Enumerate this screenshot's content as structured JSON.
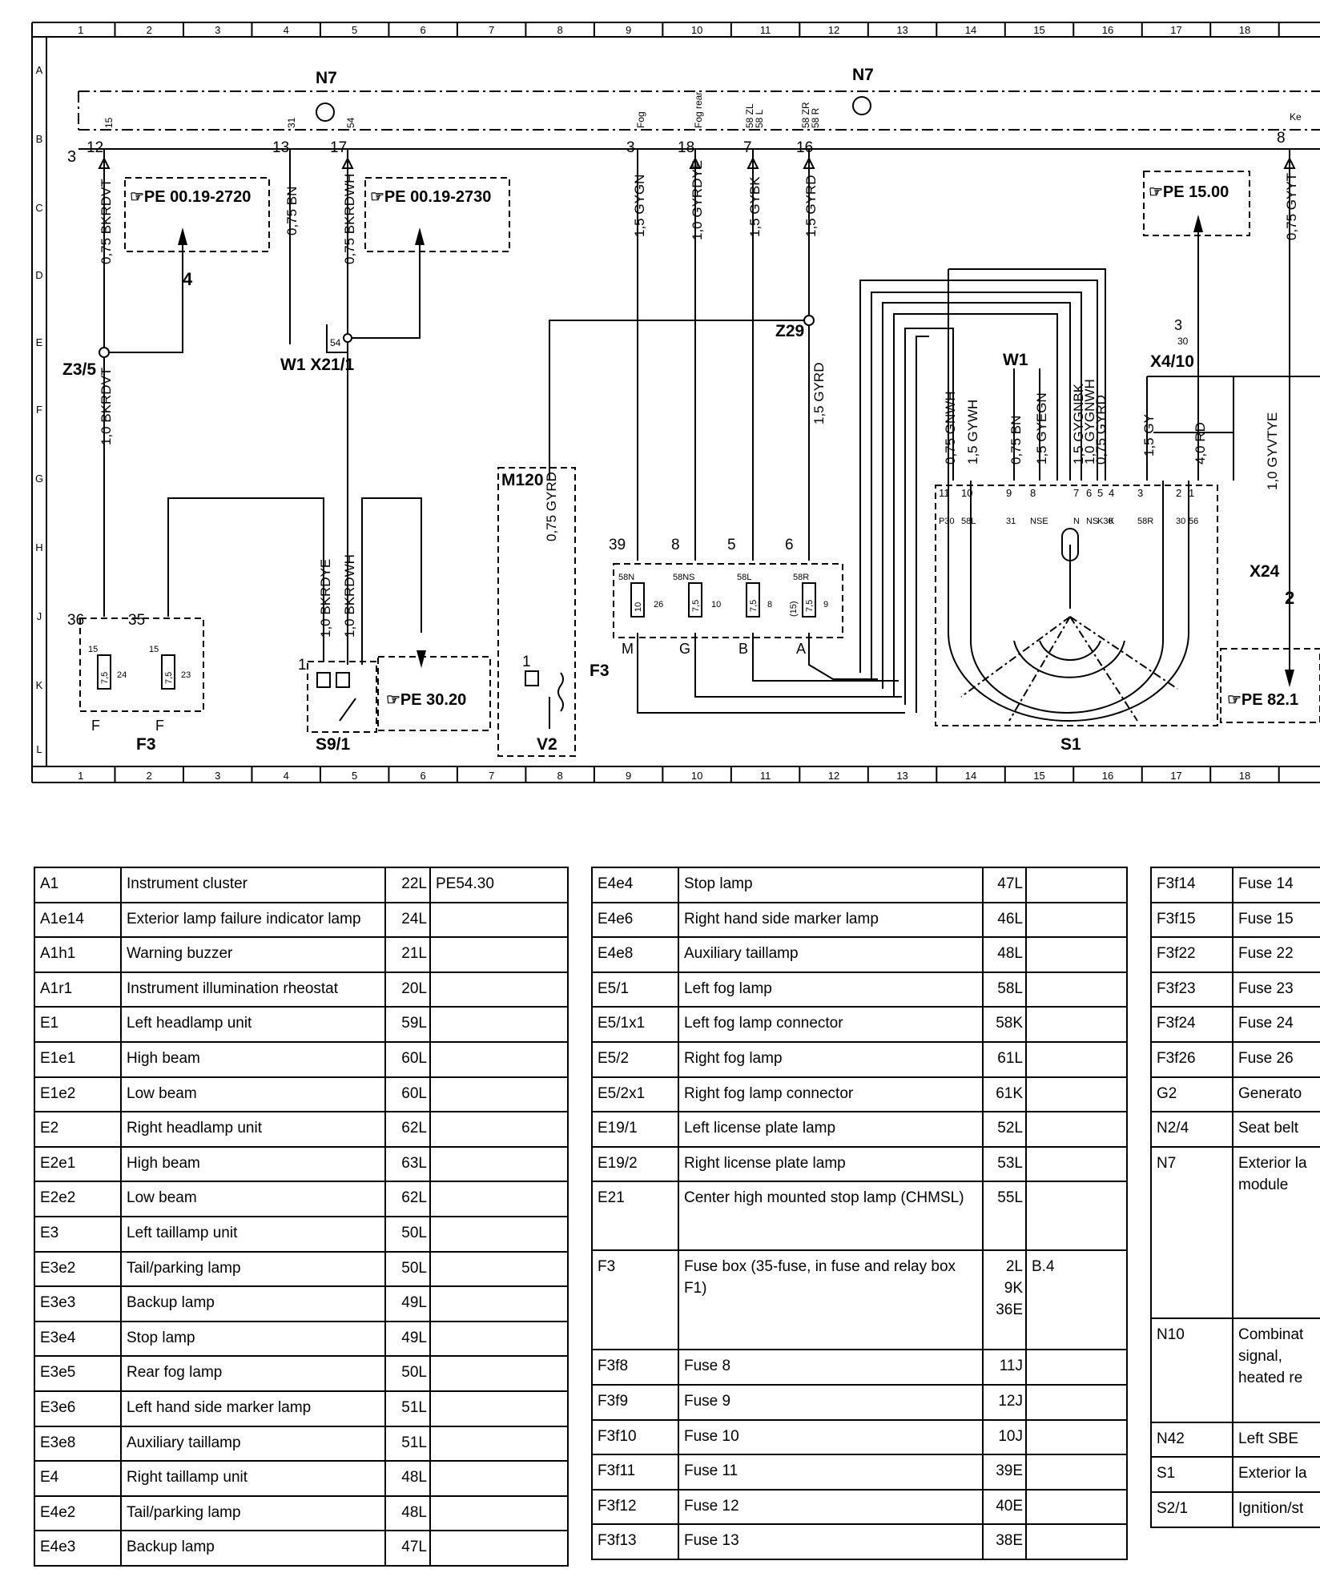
{
  "grid": {
    "columns": [
      "1",
      "2",
      "3",
      "4",
      "5",
      "6",
      "7",
      "8",
      "9",
      "10",
      "11",
      "12",
      "13",
      "14",
      "15",
      "16",
      "17",
      "18"
    ],
    "rows": [
      "A",
      "B",
      "C",
      "D",
      "E",
      "F",
      "G",
      "H",
      "J",
      "K",
      "L"
    ]
  },
  "components": {
    "n7_left": "N7",
    "n7_right": "N7",
    "z3_5": "Z3/5",
    "w1_x21_1": "W1 X21/1",
    "z29": "Z29",
    "w1": "W1",
    "x4_10": "X4/10",
    "m120": "M120",
    "f3_mid": "F3",
    "f3_left": "F3",
    "s9_1": "S9/1",
    "v2": "V2",
    "s1": "S1",
    "x24": "X24"
  },
  "page_refs": {
    "pe_2720": "☞PE 00.19-2720",
    "pe_2730": "☞PE 00.19-2730",
    "pe_1500": "☞PE 15.00",
    "pe_3020": "☞PE 30.20",
    "pe_821": "☞PE 82.1"
  },
  "wires": {
    "bkrdvt_075": "0,75 BKRDVT",
    "bn_075": "0,75 BN",
    "bkrdwh_075": "0,75 BKRDWH",
    "gygn_15": "1,5 GYGN",
    "gyrdye_10": "1,0 GYRDYE",
    "gybk_15": "1,5 GYBK",
    "gyrd_15": "1,5 GYRD",
    "gyrd_15b": "1,5 GYRD",
    "gyt_075": "0,75 GYYT",
    "bkrdvt_10": "1,0 BKRDVT",
    "bkrdye_10": "1,0 BKRDYE",
    "bkrdwh_10": "1,0 BKRDWH",
    "gyrd_075": "0,75 GYRD",
    "gnwh_075": "0,75 GNWH",
    "gywh_15": "1,5 GYWH",
    "bn_075b": "0,75 BN",
    "gyegn_15": "1,5 GYEGN",
    "gygnbk_15": "1,5 GYGNBK",
    "gygnwh_10": "1,0 GYGNWH",
    "gyrd_075b": "0,75 GYRD",
    "gy_15": "1,5 GY",
    "rd_40": "4,0 RD",
    "gyvtye_10": "1,0 GYVTYE"
  },
  "pins": {
    "p12": "12",
    "p13": "13",
    "p17": "17",
    "p3": "3",
    "p18": "18",
    "p7": "7",
    "p16": "16",
    "p8": "8",
    "p3_left": "3",
    "p4": "4",
    "p36": "36",
    "p35": "35",
    "p39": "39",
    "p8b": "8",
    "p5": "5",
    "p6": "6",
    "p1_s9": "1",
    "p1_v2": "1",
    "p2_x24": "2",
    "p30": "30",
    "p3_x4": "3",
    "p54": "54"
  },
  "n7_terms": {
    "t15": "15",
    "t31": "31",
    "t54": "54",
    "tfog": "Fog",
    "tfogrear": "Fog rear",
    "t58zl": "58 ZL",
    "t58l": "58 L",
    "t58zr": "58 ZR",
    "t58r": "58 R",
    "tke": "Ke"
  },
  "s1_pins": [
    "11",
    "10",
    "9",
    "8",
    "7",
    "6",
    "5",
    "4",
    "3",
    "2",
    "1"
  ],
  "s1_terms": [
    "P30",
    "58L",
    "31",
    "NSE",
    "N",
    "NS",
    "K30",
    "K",
    "58R",
    "30",
    "56"
  ],
  "fuses": {
    "f58n": "58N",
    "f58ns": "58NS",
    "f58l": "58L",
    "f58r": "58R",
    "r26": "26",
    "r10": "10",
    "r8": "8",
    "r9": "9",
    "v10": "10",
    "v75a": "7,5",
    "v75b": "7,5",
    "v75c": "7,5",
    "v15": "(15)",
    "m": "M",
    "g": "G",
    "b": "B",
    "a": "A",
    "l15a": "15",
    "l15b": "15",
    "l24": "24",
    "l23": "23",
    "lva": "7,5",
    "lvb": "7,5",
    "fa": "F",
    "fb": "F"
  },
  "legend_left": [
    [
      "A1",
      "Instrument cluster",
      "22L",
      "PE54.30"
    ],
    [
      "A1e14",
      "Exterior lamp failure indicator lamp",
      "24L",
      ""
    ],
    [
      "A1h1",
      "Warning buzzer",
      "21L",
      ""
    ],
    [
      "A1r1",
      "Instrument illumination rheostat",
      "20L",
      ""
    ],
    [
      "E1",
      "Left headlamp unit",
      "59L",
      ""
    ],
    [
      "E1e1",
      "High beam",
      "60L",
      ""
    ],
    [
      "E1e2",
      "Low beam",
      "60L",
      ""
    ],
    [
      "E2",
      "Right headlamp unit",
      "62L",
      ""
    ],
    [
      "E2e1",
      "High beam",
      "63L",
      ""
    ],
    [
      "E2e2",
      "Low beam",
      "62L",
      ""
    ],
    [
      "E3",
      "Left taillamp unit",
      "50L",
      ""
    ],
    [
      "E3e2",
      "Tail/parking lamp",
      "50L",
      ""
    ],
    [
      "E3e3",
      "Backup lamp",
      "49L",
      ""
    ],
    [
      "E3e4",
      "Stop lamp",
      "49L",
      ""
    ],
    [
      "E3e5",
      "Rear fog lamp",
      "50L",
      ""
    ],
    [
      "E3e6",
      "Left hand side marker lamp",
      "51L",
      ""
    ],
    [
      "E3e8",
      "Auxiliary taillamp",
      "51L",
      ""
    ],
    [
      "E4",
      "Right taillamp unit",
      "48L",
      ""
    ],
    [
      "E4e2",
      "Tail/parking lamp",
      "48L",
      ""
    ],
    [
      "E4e3",
      "Backup lamp",
      "47L",
      ""
    ]
  ],
  "legend_mid": [
    [
      "E4e4",
      "Stop lamp",
      "47L",
      ""
    ],
    [
      "E4e6",
      "Right hand side marker lamp",
      "46L",
      ""
    ],
    [
      "E4e8",
      "Auxiliary taillamp",
      "48L",
      ""
    ],
    [
      "E5/1",
      "Left fog lamp",
      "58L",
      ""
    ],
    [
      "E5/1x1",
      "Left fog lamp connector",
      "58K",
      ""
    ],
    [
      "E5/2",
      "Right fog lamp",
      "61L",
      ""
    ],
    [
      "E5/2x1",
      "Right fog lamp connector",
      "61K",
      ""
    ],
    [
      "E19/1",
      "Left license plate lamp",
      "52L",
      ""
    ],
    [
      "E19/2",
      "Right license plate lamp",
      "53L",
      ""
    ],
    [
      "E21",
      "Center high mounted stop lamp (CHMSL)",
      "55L",
      ""
    ],
    [
      "F3",
      "Fuse box (35-fuse, in fuse and relay box F1)",
      "2L\n9K\n36E",
      "B.4"
    ],
    [
      "F3f8",
      "Fuse 8",
      "11J",
      ""
    ],
    [
      "F3f9",
      "Fuse 9",
      "12J",
      ""
    ],
    [
      "F3f10",
      "Fuse 10",
      "10J",
      ""
    ],
    [
      "F3f11",
      "Fuse 11",
      "39E",
      ""
    ],
    [
      "F3f12",
      "Fuse 12",
      "40E",
      ""
    ],
    [
      "F3f13",
      "Fuse 13",
      "38E",
      ""
    ]
  ],
  "legend_right": [
    [
      "F3f14",
      "Fuse 14"
    ],
    [
      "F3f15",
      "Fuse 15"
    ],
    [
      "F3f22",
      "Fuse 22"
    ],
    [
      "F3f23",
      "Fuse 23"
    ],
    [
      "F3f24",
      "Fuse 24"
    ],
    [
      "F3f26",
      "Fuse 26"
    ],
    [
      "G2",
      "Generato"
    ],
    [
      "N2/4",
      "Seat belt"
    ],
    [
      "N7",
      "Exterior la module"
    ],
    [
      "N10",
      "Combinat signal, heated re"
    ],
    [
      "N42",
      "Left SBE"
    ],
    [
      "S1",
      "Exterior la"
    ],
    [
      "S2/1",
      "Ignition/st"
    ]
  ]
}
